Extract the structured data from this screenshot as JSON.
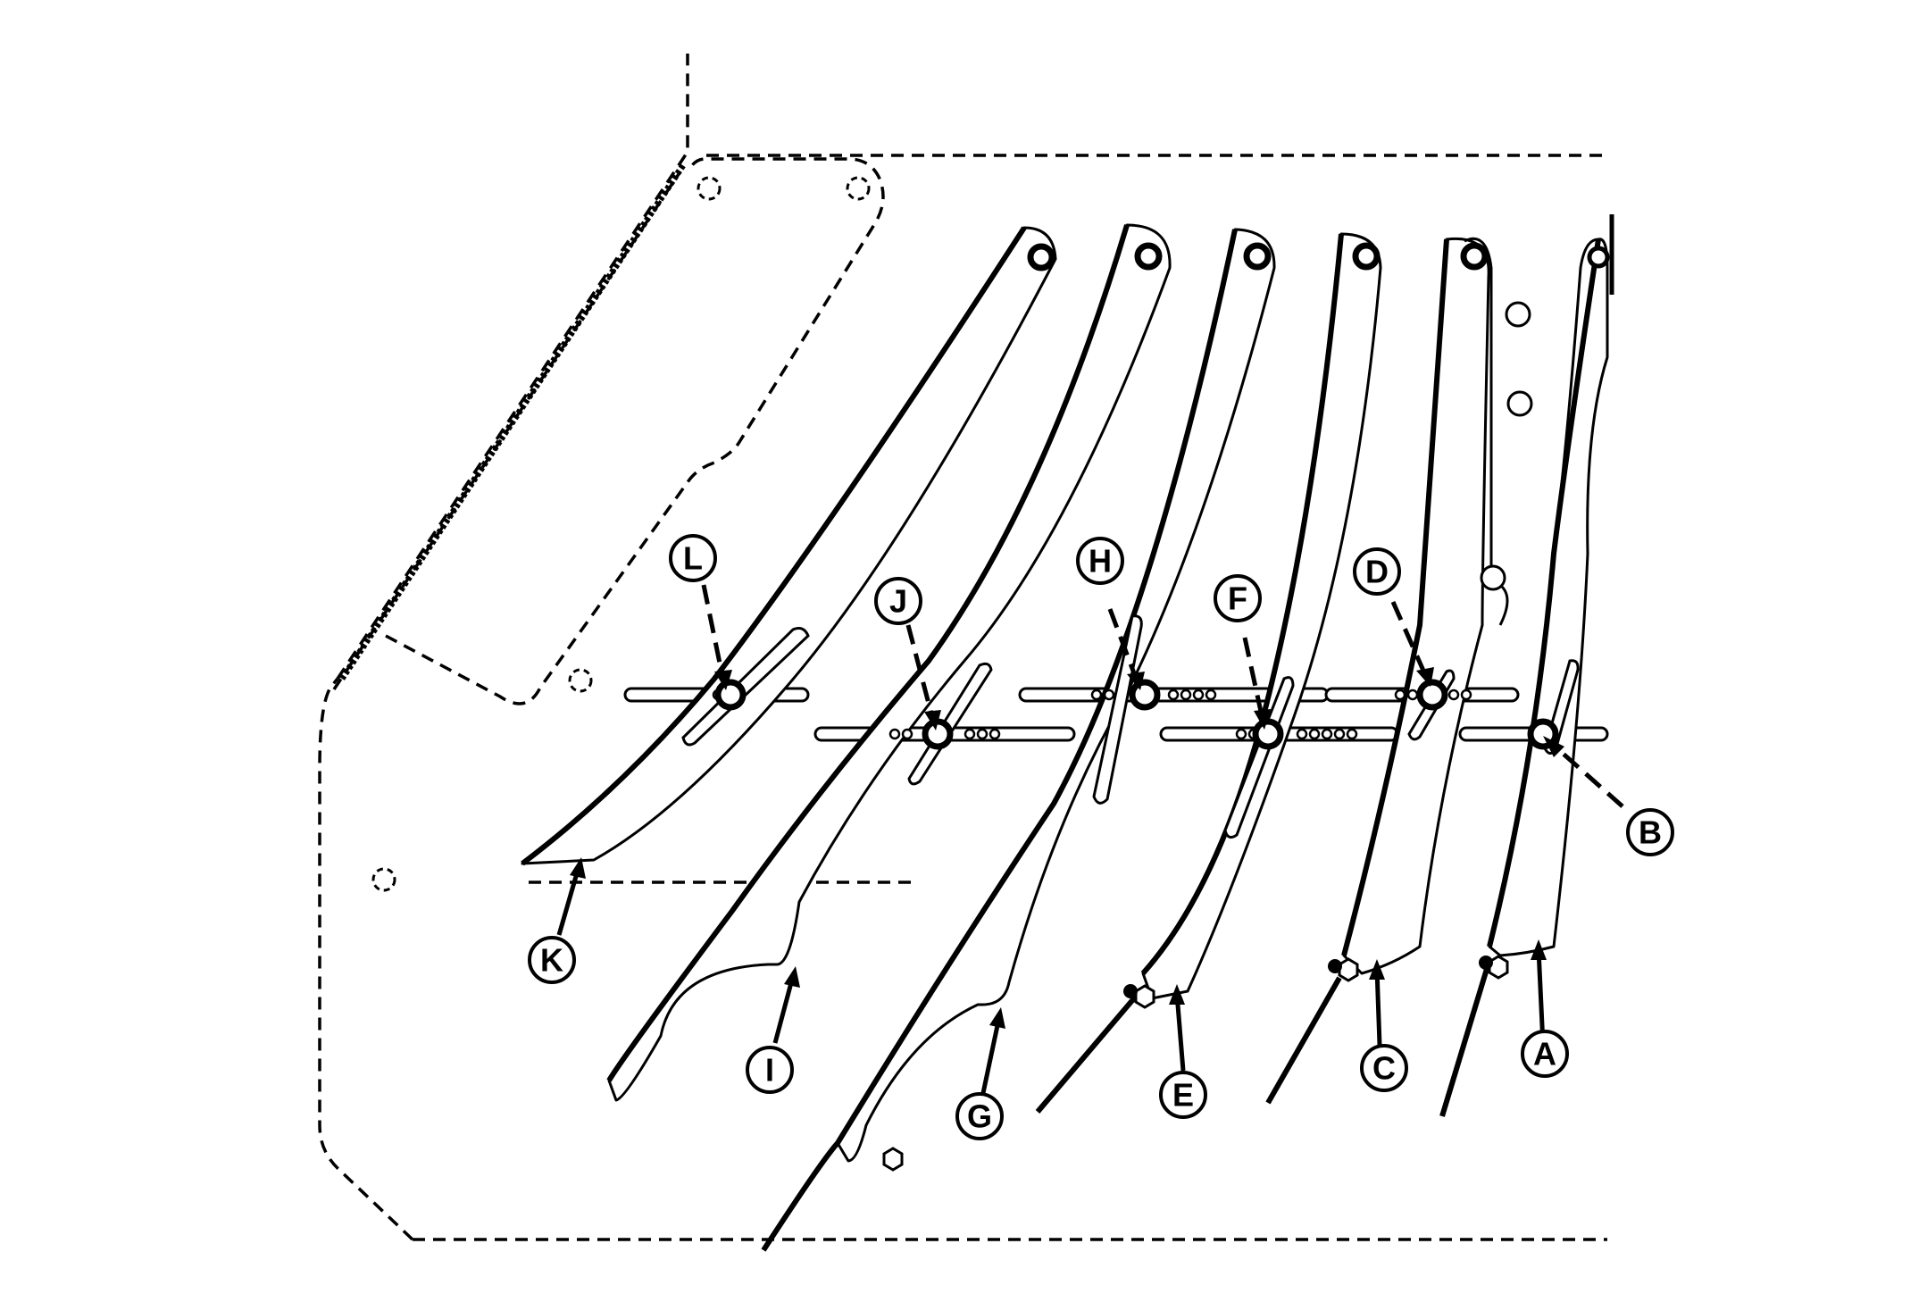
{
  "colors": {
    "ink": "#000000",
    "paper": "#ffffff"
  },
  "callouts": [
    "A",
    "B",
    "C",
    "D",
    "E",
    "F",
    "G",
    "H",
    "I",
    "J",
    "K",
    "L"
  ]
}
